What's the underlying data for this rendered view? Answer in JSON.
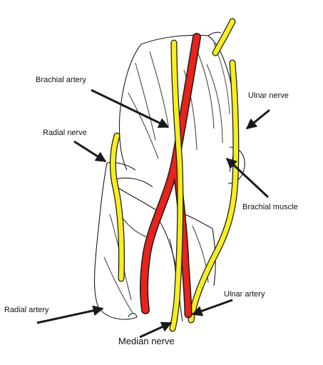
{
  "figure": {
    "labels": {
      "brachial_artery": "Brachial artery",
      "radial_nerve": "Radial nerve",
      "ulnar_nerve": "Ulnar nerve",
      "brachial_muscle": "Brachial muscle",
      "ulnar_artery": "Ulnar artery",
      "radial_artery": "Radial artery",
      "median_nerve": "Median nerve"
    },
    "colors": {
      "artery": "#e8231b",
      "nerve": "#f7ee1e",
      "outline": "#1a1a1a",
      "background": "#ffffff"
    }
  }
}
